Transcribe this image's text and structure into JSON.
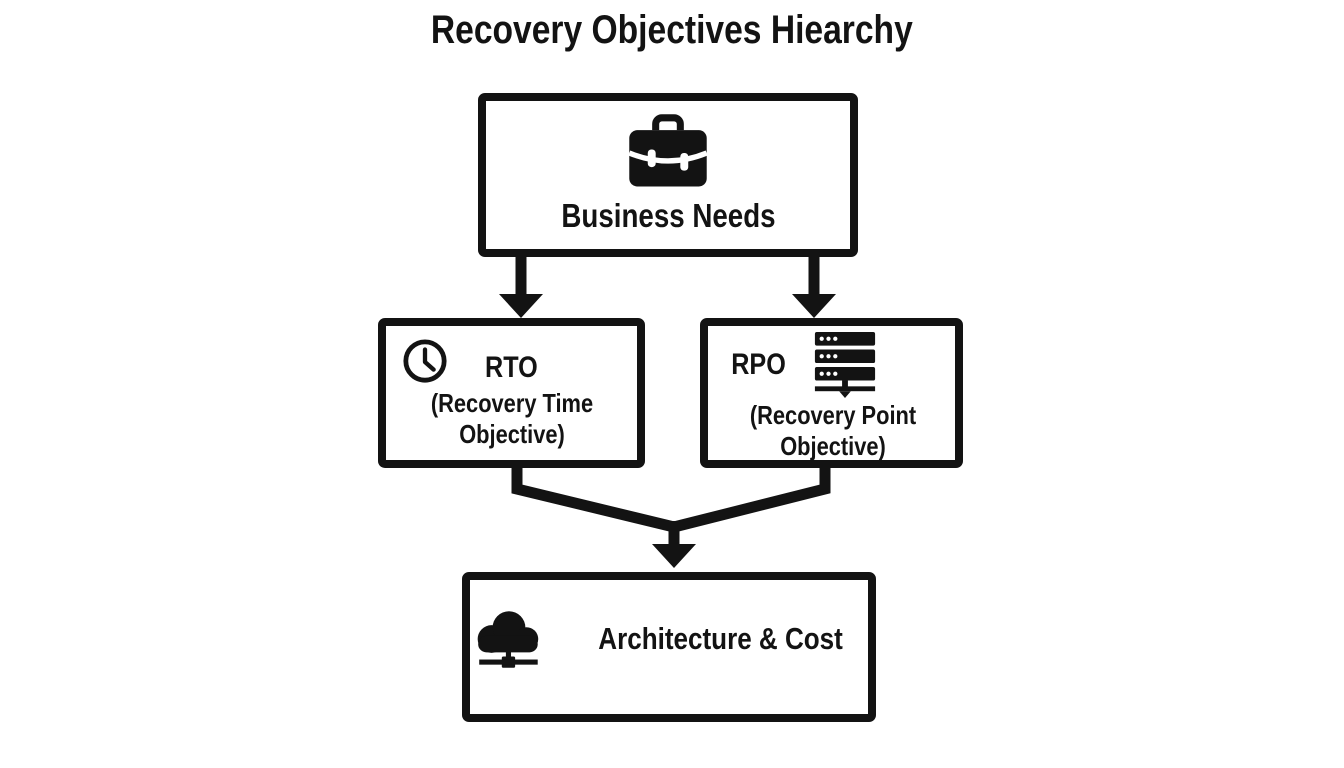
{
  "title": "Recovery Objectives Hiearchy",
  "colors": {
    "ink": "#131313",
    "background": "#ffffff"
  },
  "nodes": {
    "business_needs": {
      "label": "Business Needs",
      "icon": "briefcase-icon"
    },
    "rto": {
      "label": "RTO",
      "sublabel": "(Recovery Time Objective)",
      "icon": "clock-icon"
    },
    "rpo": {
      "label": "RPO",
      "sublabel": "(Recovery Point Objective)",
      "icon": "server-stack-icon"
    },
    "architecture_cost": {
      "label": "Architecture & Cost",
      "icon": "cloud-network-icon"
    }
  },
  "connections": [
    {
      "from": "Business Needs",
      "to": "RTO",
      "type": "arrow"
    },
    {
      "from": "Business Needs",
      "to": "RPO",
      "type": "arrow"
    },
    {
      "from": "RTO",
      "to": "Architecture & Cost",
      "type": "merge-arrow"
    },
    {
      "from": "RPO",
      "to": "Architecture & Cost",
      "type": "merge-arrow"
    }
  ]
}
